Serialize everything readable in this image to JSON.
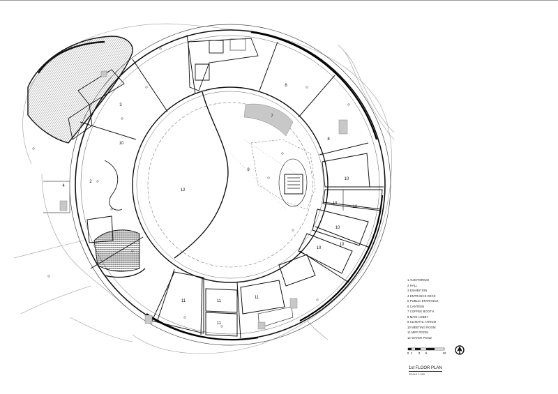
{
  "plan": {
    "title": "1st FLOOR PLAN",
    "scale_note": "SCALE   1:200"
  },
  "legend": [
    "1 AUDITORIUM",
    "2 HALL",
    "3 EXHIBITION",
    "4 ENTRANCE DECK",
    "5 PUBLIC ENTRANCE",
    "6 CANTEEN",
    "7 COFFEE BOOTH",
    "8 MAIN LOBBY",
    "9 CLIMATIC ATRIUM",
    "10 MEETING ROOM",
    "11 MEP ROOM",
    "12 WATER POND"
  ],
  "scale_bar": {
    "ticks": [
      "0",
      "1",
      "3",
      "5",
      "10"
    ]
  },
  "room_labels": {
    "r2": "2",
    "r3": "3",
    "r4": "4",
    "r6": "6",
    "r7": "7",
    "r8": "8",
    "r9": "9",
    "r12": "12",
    "r10a": "10",
    "r10b": "10",
    "r10c": "10",
    "r10d": "10",
    "r10e": "10",
    "r10f": "10",
    "r10g": "10",
    "r11a": "11",
    "r11b": "11",
    "r11c": "11",
    "r11d": "11"
  },
  "colors": {
    "line": "#111111",
    "hatch": "#777777",
    "grey_fill": "#c8c8c8",
    "faint": "#8a8a8a"
  }
}
